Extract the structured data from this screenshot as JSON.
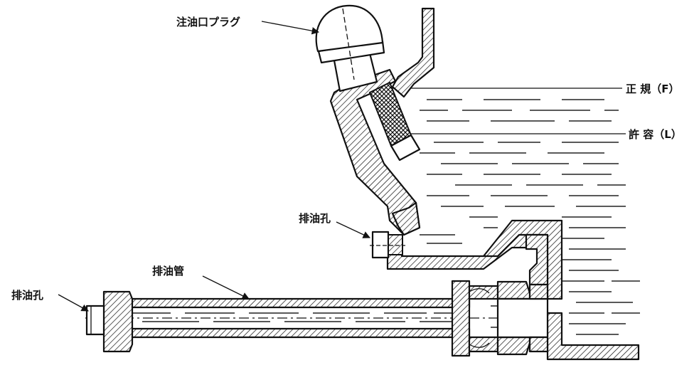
{
  "labels": {
    "filler_plug": "注油口プラグ",
    "level_normal": "正 規（F）",
    "level_allow": "許 容（L）",
    "drain_hole_upper": "排油孔",
    "drain_pipe": "排油管",
    "drain_hole_lower": "排油孔"
  }
}
